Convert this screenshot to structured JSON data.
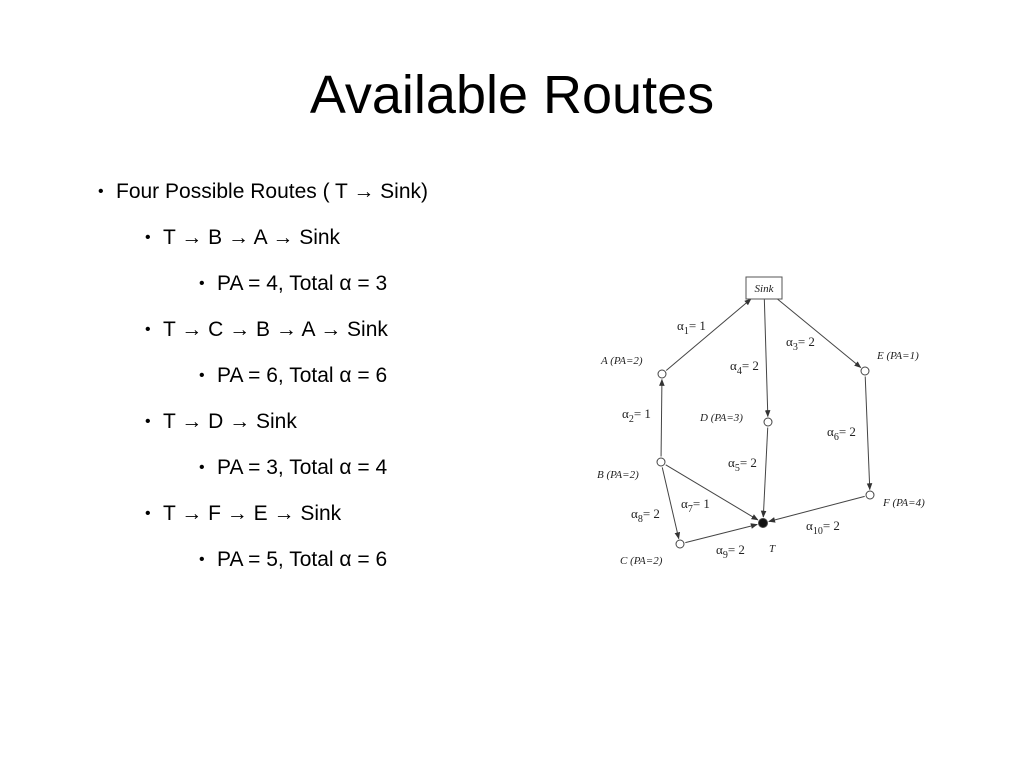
{
  "title": "Available Routes",
  "arrow": "→",
  "bullets": [
    {
      "level": 1,
      "parts": [
        "Four Possible Routes ( T",
        " Sink)"
      ]
    },
    {
      "level": 2,
      "parts": [
        "T",
        " B",
        " A",
        " Sink"
      ]
    },
    {
      "level": 3,
      "parts": [
        "PA = 4, Total α = 3"
      ]
    },
    {
      "level": 2,
      "parts": [
        "T",
        " C",
        " B",
        " A",
        " Sink"
      ]
    },
    {
      "level": 3,
      "parts": [
        "PA = 6, Total α = 6"
      ]
    },
    {
      "level": 2,
      "parts": [
        "T",
        " D",
        " Sink"
      ]
    },
    {
      "level": 3,
      "parts": [
        "PA = 3, Total α = 4"
      ]
    },
    {
      "level": 2,
      "parts": [
        "T",
        " F",
        " E",
        " Sink"
      ]
    },
    {
      "level": 3,
      "parts": [
        "PA = 5, Total α = 6"
      ]
    }
  ],
  "diagram": {
    "nodes": [
      {
        "id": "sink",
        "label": "Sink"
      },
      {
        "id": "A",
        "label": "A (PA=2)"
      },
      {
        "id": "B",
        "label": "B (PA=2)"
      },
      {
        "id": "C",
        "label": "C (PA=2)"
      },
      {
        "id": "D",
        "label": "D (PA=3)"
      },
      {
        "id": "E",
        "label": "E (PA=1)"
      },
      {
        "id": "F",
        "label": "F (PA=4)"
      },
      {
        "id": "T",
        "label": "T"
      }
    ],
    "edges": [
      {
        "id": "a1",
        "from": "A",
        "to": "sink",
        "alpha": "α",
        "index": "1",
        "value": "= 1"
      },
      {
        "id": "a2",
        "from": "B",
        "to": "A",
        "alpha": "α",
        "index": "2",
        "value": "= 1"
      },
      {
        "id": "a3",
        "from": "sink",
        "to": "E",
        "alpha": "α",
        "index": "3",
        "value": "= 2"
      },
      {
        "id": "a4",
        "from": "sink",
        "to": "D",
        "alpha": "α",
        "index": "4",
        "value": "= 2"
      },
      {
        "id": "a5",
        "from": "D",
        "to": "T",
        "alpha": "α",
        "index": "5",
        "value": "= 2"
      },
      {
        "id": "a6",
        "from": "E",
        "to": "F",
        "alpha": "α",
        "index": "6",
        "value": "= 2"
      },
      {
        "id": "a7",
        "from": "B",
        "to": "T",
        "alpha": "α",
        "index": "7",
        "value": "= 1"
      },
      {
        "id": "a8",
        "from": "B",
        "to": "C",
        "alpha": "α",
        "index": "8",
        "value": "= 2"
      },
      {
        "id": "a9",
        "from": "C",
        "to": "T",
        "alpha": "α",
        "index": "9",
        "value": "= 2"
      },
      {
        "id": "a10",
        "from": "F",
        "to": "T",
        "alpha": "α",
        "index": "10",
        "value": "= 2"
      }
    ]
  }
}
